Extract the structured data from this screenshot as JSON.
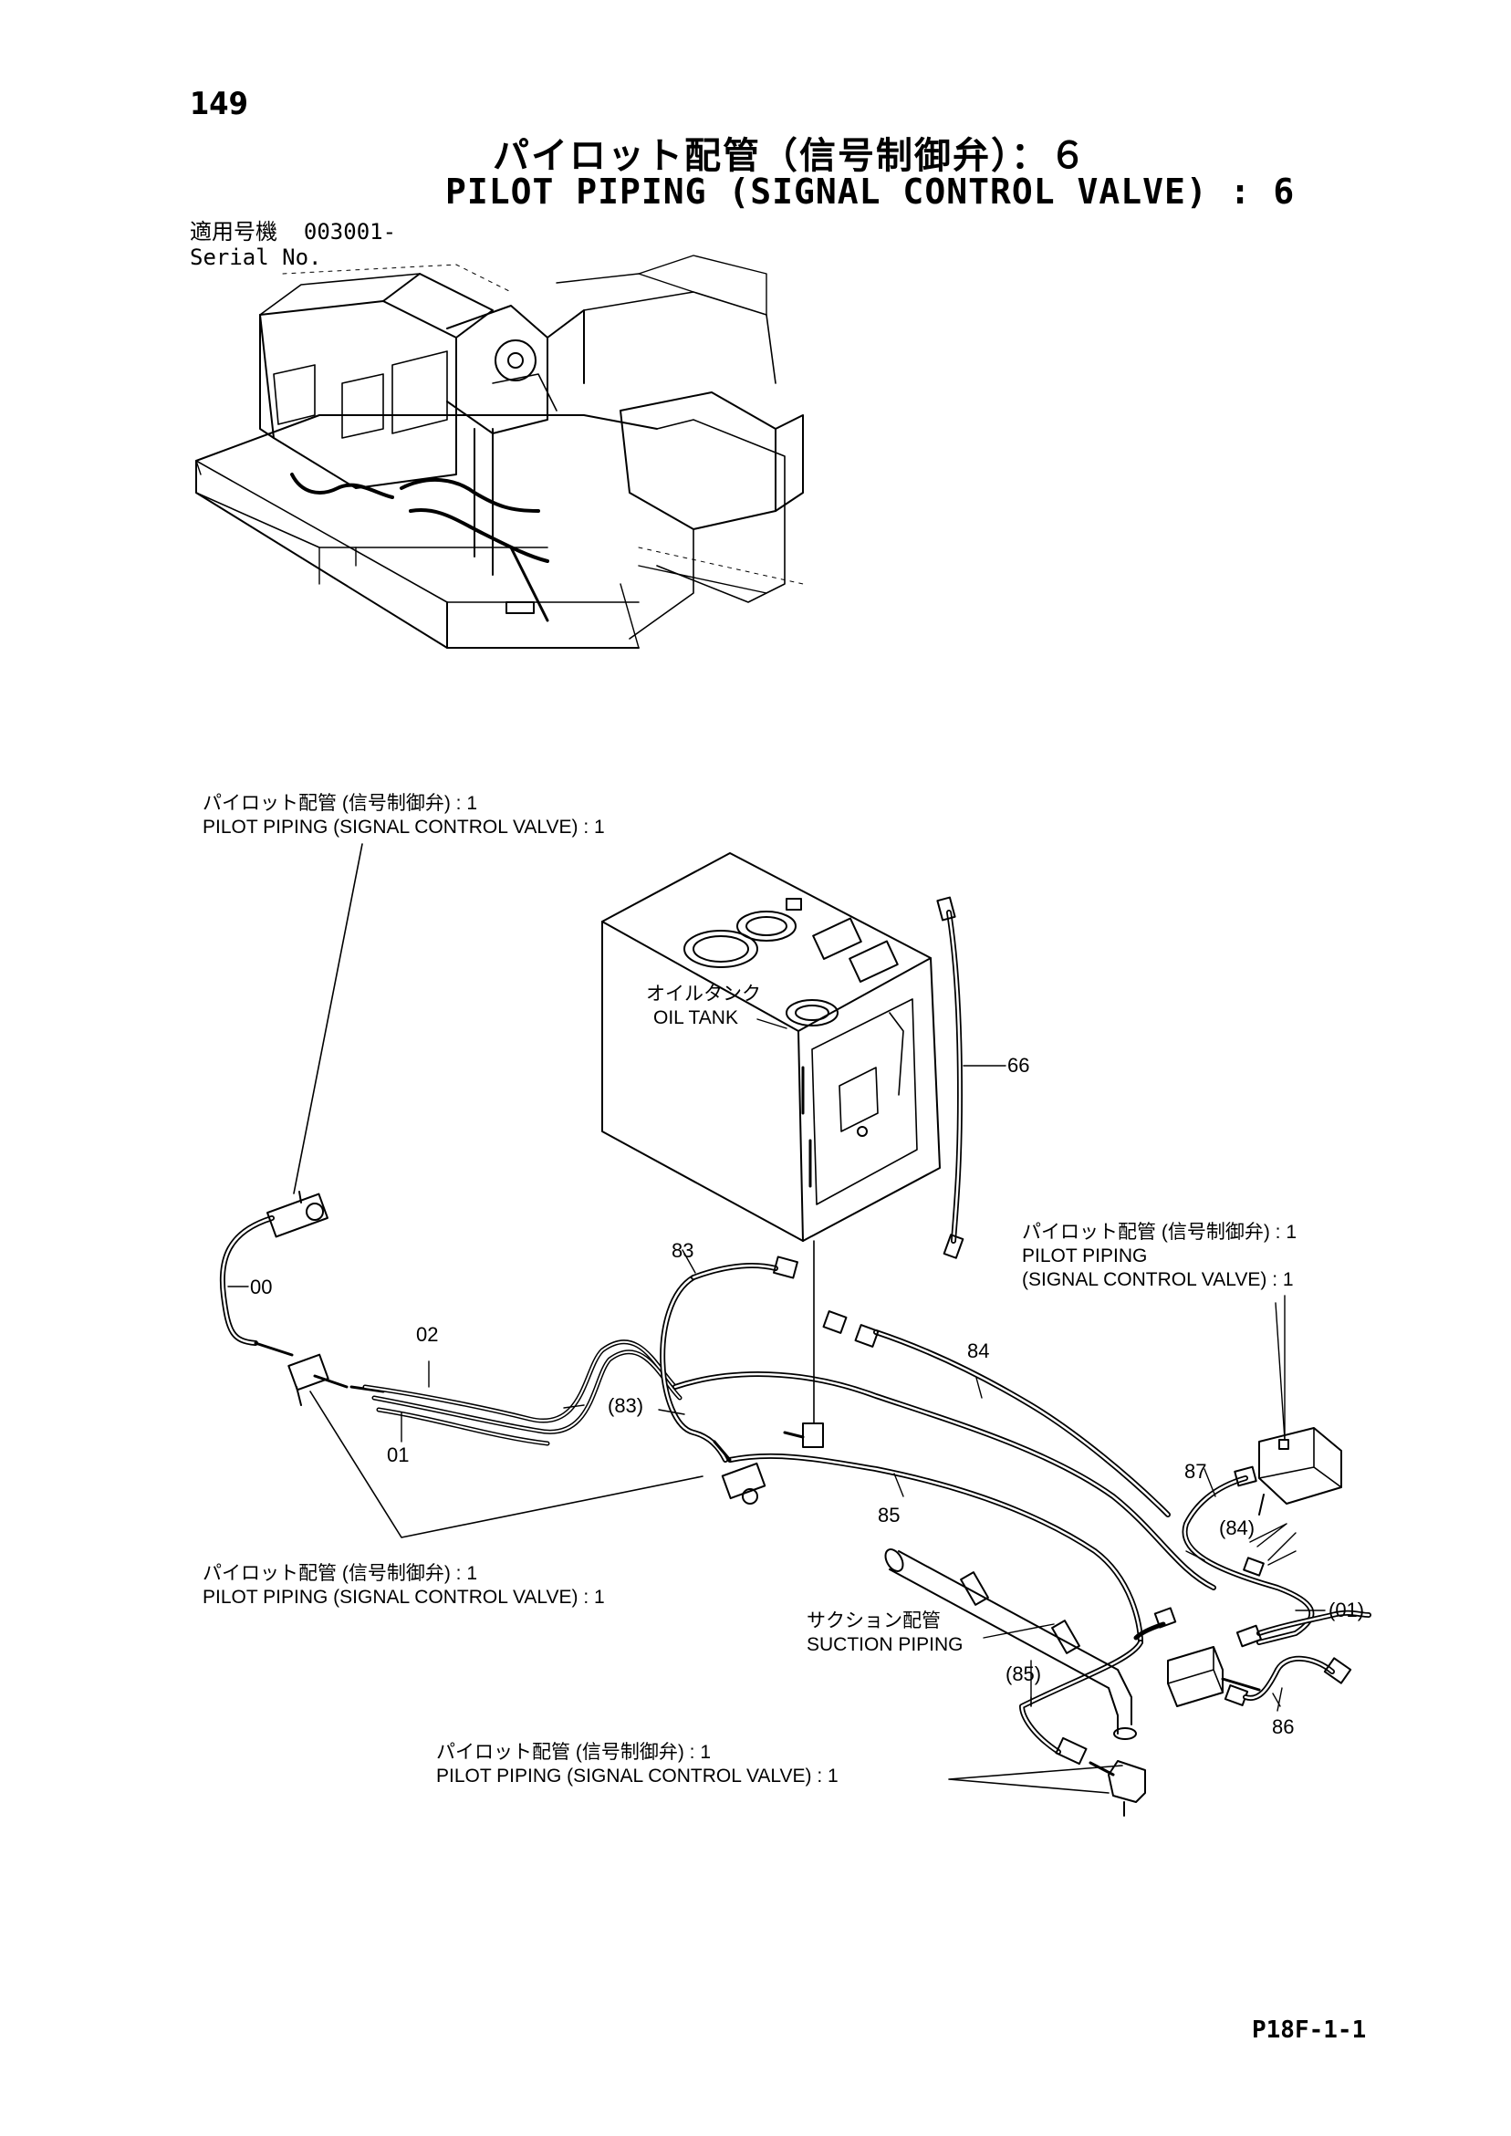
{
  "page_number": "149",
  "title_ja": "パイロット配管（信号制御弁）：６",
  "title_en": "PILOT PIPING (SIGNAL CONTROL VALVE) : 6",
  "serial": {
    "label_ja": "適用号機",
    "value": "003001-",
    "label_en": "Serial No."
  },
  "callouts": [
    {
      "ja": "パイロット配管 (信号制御弁) : 1",
      "en": "PILOT PIPING (SIGNAL CONTROL VALVE) : 1"
    },
    {
      "ja": "オイルタンク",
      "en": "OIL TANK"
    },
    {
      "ja": "パイロット配管 (信号制御弁) : 1",
      "en1": "PILOT PIPING",
      "en2": "(SIGNAL CONTROL VALVE) : 1"
    },
    {
      "ja": "パイロット配管 (信号制御弁) : 1",
      "en": "PILOT PIPING (SIGNAL CONTROL VALVE) : 1"
    },
    {
      "ja": "サクション配管",
      "en": "SUCTION PIPING"
    },
    {
      "ja": "パイロット配管 (信号制御弁) : 1",
      "en": "PILOT PIPING (SIGNAL CONTROL VALVE) : 1"
    }
  ],
  "part_numbers": [
    "66",
    "00",
    "83",
    "02",
    "84",
    "(83)",
    "01",
    "87",
    "85",
    "(84)",
    "(01)",
    "(85)",
    "86"
  ],
  "footer_code": "P18F-1-1"
}
